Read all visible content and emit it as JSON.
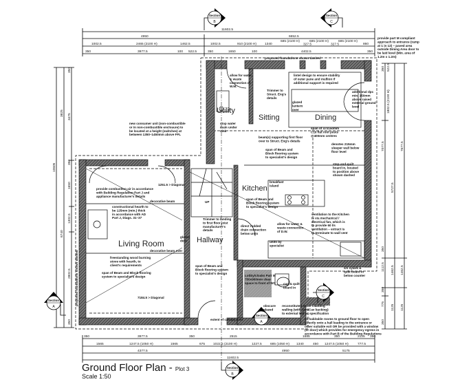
{
  "title": {
    "main": "Ground Floor Plan",
    "dash": "-",
    "plot": "Plot 3",
    "scale": "Scale 1:50"
  },
  "rooms": {
    "utility": "Utility",
    "sitting": "Sitting",
    "dining": "Dining",
    "kitchen": "Kitchen",
    "living": "Living Room",
    "hallway": "Hallway"
  },
  "sections": [
    {
      "label": "Section",
      "letter": "B"
    },
    {
      "label": "Section",
      "letter": "C"
    },
    {
      "label": "Section",
      "letter": "A"
    },
    {
      "label": "Section",
      "letter": "B"
    },
    {
      "label": "Section",
      "letter": "C"
    },
    {
      "label": "Section",
      "letter": "A"
    }
  ],
  "dimensions": {
    "top": [
      "11602.5",
      "4950",
      "6652.5",
      "1002.5",
      "2465 (2100 H)",
      "1462.5",
      "1002.5",
      "910 (2100 H)",
      "1340",
      "685 (2100 H)",
      "327.5",
      "685 (2100 H)",
      "327.5",
      "685 (2100 H)",
      "860",
      "350",
      "3977.5",
      "100",
      "522.5",
      "350",
      "1650",
      "100",
      "4402.5",
      "350"
    ],
    "bottom": [
      "350",
      "3977.5",
      "350",
      "2515",
      "1685",
      "350",
      "2125",
      "350",
      "1565",
      "1247.5 (1050 H)",
      "1565",
      "675",
      "1022.5 (2100 H)",
      "1227.5",
      "685 (1050 H)",
      "1340",
      "450",
      "1247.5 (1050 H)",
      "777.5",
      "4377.5",
      "4950",
      "5175",
      "11602.5"
    ],
    "left": [
      "10605",
      "3825",
      "6740",
      "350",
      "3475",
      "350",
      "1650",
      "1302.5",
      "2802.5",
      "350"
    ],
    "right": [
      "350",
      "522.5",
      "1802.5 (2100 H)",
      "7077.5",
      "5727.5",
      "7677.5",
      "350",
      "1112.5",
      "1462.5",
      "1462.5",
      "350",
      "775",
      "1125",
      "1125",
      "350"
    ]
  },
  "notes": {
    "foundations_top": [
      "proposed foundations shown dashed"
    ],
    "foundations_left": [
      "proposed foundations shown dashed"
    ],
    "part_m": [
      "provide part M compliant",
      "approach to entrance (ramp",
      "at 1 in 12) – paved area",
      "outside Dining Area door to",
      "be laid level (Min. area of",
      "1.2m x 1.2m)"
    ],
    "consumer_unit": [
      "new consumer unit (non-combustible",
      "or in non-combustible enclosure) to",
      "be located at a height (switches) at",
      "between 1350–1450mm above FFL"
    ],
    "combustion_air": [
      "provide combustion air in accordance",
      "with Building Regulation Part J and",
      "appliance manufacturer's details"
    ],
    "hearth": [
      "constructional hearth to",
      "be 125mm (min.) thick",
      "in accordance with AD",
      "Part J, Diags. 31–37"
    ],
    "decorative_beam_1": [
      "decorative beam"
    ],
    "decorative_beam_2": [
      "decorative beam over"
    ],
    "stove": [
      "freestanding wood burning",
      "stove with hearth, to",
      "client's requirements"
    ],
    "living_floor": [
      "span of Beam and Block flooring",
      "system to specialist's design"
    ],
    "glazed_door": [
      "glazed",
      "door"
    ],
    "utility_ww": [
      "allow for water",
      "& waste",
      "connection of",
      "W.M."
    ],
    "utility_sink": [
      "stop water",
      "main under",
      "sink"
    ],
    "sitting_trimmer": [
      "Trimmer to",
      "Struct. Eng's",
      "details"
    ],
    "dining_lintel": [
      "lintel design to ensure stability",
      "of outer pane and mullion if",
      "additional support is required"
    ],
    "glazed_lantern": [
      "glazed",
      "lantern",
      "over"
    ],
    "roof_joists": [
      "span of 47x150mm",
      "C16 flat roof joists",
      "@400mm centres"
    ],
    "dpc": [
      "additional dpc",
      "min. 150mm",
      "above raised",
      "external ground",
      "level"
    ],
    "beams": [
      "beam(s) supporting first floor",
      "over to Struct. Eng's details"
    ],
    "upper_floor": [
      "span of Beam and",
      "Block flooring system",
      "to specialist's design"
    ],
    "sleeper": [
      "denotes 215mm",
      "sleeper wall below",
      "floor level"
    ],
    "step_quilt": [
      "step-and-quilt",
      "board in, located",
      "to position above",
      "shown dashed"
    ],
    "island": [
      "breakfast",
      "island"
    ],
    "kitchen_floor": [
      "span of Beam and",
      "Block flooring system",
      "to specialist's design"
    ],
    "ventilation": [
      "ventilation to the Kitchen",
      "is via mechanical /",
      "electrical fan, which is",
      "to provide 60 l/s",
      "ventilation – extract is",
      "to terminate to wall vent"
    ],
    "dishwasher": [
      "allow for water &",
      "waste connection",
      "of D.W."
    ],
    "drain": [
      "direct rodded",
      "drain connection",
      "below units"
    ],
    "units": [
      "units by",
      "specialist"
    ],
    "landing_trimmer": [
      "Trimmer to landing",
      "to first floor joist",
      "manufacturer's",
      "details"
    ],
    "hall_floor": [
      "span of Beam and",
      "Block flooring system",
      "to specialist's design"
    ],
    "cloaks": [
      "Lobby/cloaks Part M",
      "750x900mm clear",
      "space to front of WC"
    ],
    "cup_quilt": [
      "cup & quilt",
      "board in"
    ],
    "counter": [
      "s/s sylark &",
      "quilt board in",
      "below counter"
    ],
    "obscure": [
      "obscure",
      "glazed"
    ],
    "walling": [
      "reconstituted stone cladding",
      "walling (with SureCav backing)",
      "to external leaf as specification"
    ],
    "egress": [
      "all habitable rooms to ground floor to open",
      "directly onto a hall leading to the entrance or",
      "other suitable exit OR be provided with a window",
      "(or door) which provides for emergency egress in",
      "accordance with Part B of the Building Regulations"
    ],
    "canopy": [
      "extent of canopy over"
    ],
    "stairs_up": [
      "UP"
    ],
    "diagonal_1": [
      "1251.5 > Diagonal"
    ],
    "diagonal_2": [
      "7184.5 > Diagonal"
    ]
  }
}
